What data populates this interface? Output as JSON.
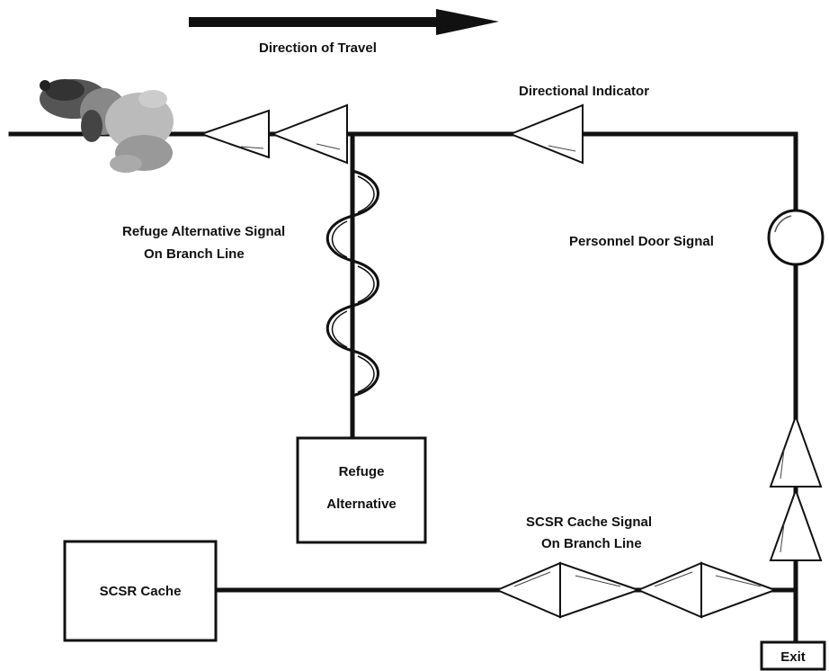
{
  "direction_label": "Direction of Travel",
  "labels": {
    "directional_indicator": "Directional Indicator",
    "refuge_signal_line1": "Refuge Alternative Signal",
    "refuge_signal_line2": "On Branch Line",
    "personnel_door": "Personnel Door Signal",
    "scsr_signal_line1": "SCSR Cache Signal",
    "scsr_signal_line2": "On Branch Line"
  },
  "boxes": {
    "refuge_line1": "Refuge",
    "refuge_line2": "Alternative",
    "scsr_cache": "SCSR Cache",
    "exit": "Exit"
  },
  "colors": {
    "line": "#111111",
    "background": "#ffffff"
  }
}
